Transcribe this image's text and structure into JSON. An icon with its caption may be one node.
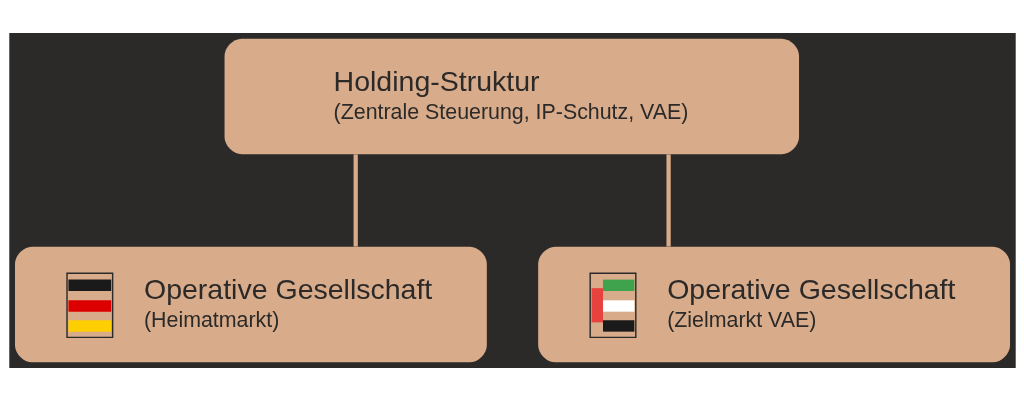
{
  "diagram": {
    "nodes": [
      {
        "text": [
          "Holding-Struktur",
          "(Zentrale Steuerung, IP-Schutz, VAE)"
        ]
      },
      {
        "text": [
          "Operative Gesellschaft",
          "(Heimatmarkt)"
        ]
      },
      {
        "text": [
          "Operative Gesellschaft",
          "(Zielmarkt VAE)"
        ]
      }
    ],
    "edges": [
      {
        "from": 0,
        "to": 1,
        "arrow": "none"
      },
      {
        "from": 0,
        "to": 2,
        "arrow": "none"
      }
    ]
  }
}
